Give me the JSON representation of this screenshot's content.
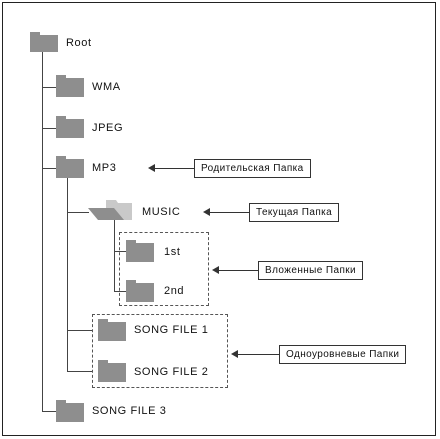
{
  "tree": {
    "root": "Root",
    "wma": "WMA",
    "jpeg": "JPEG",
    "mp3": "MP3",
    "music": "MUSIC",
    "sub1": "1st",
    "sub2": "2nd",
    "song1": "SONG FILE 1",
    "song2": "SONG FILE 2",
    "song3": "SONG FILE 3"
  },
  "callouts": {
    "parent": "Родительская Папка",
    "current": "Текущая Папка",
    "nested": "Вложенные Папки",
    "same_level": "Одноуровневые Папки"
  },
  "icons": [
    "folder-icon",
    "open-folder-icon",
    "arrow-left-icon"
  ]
}
